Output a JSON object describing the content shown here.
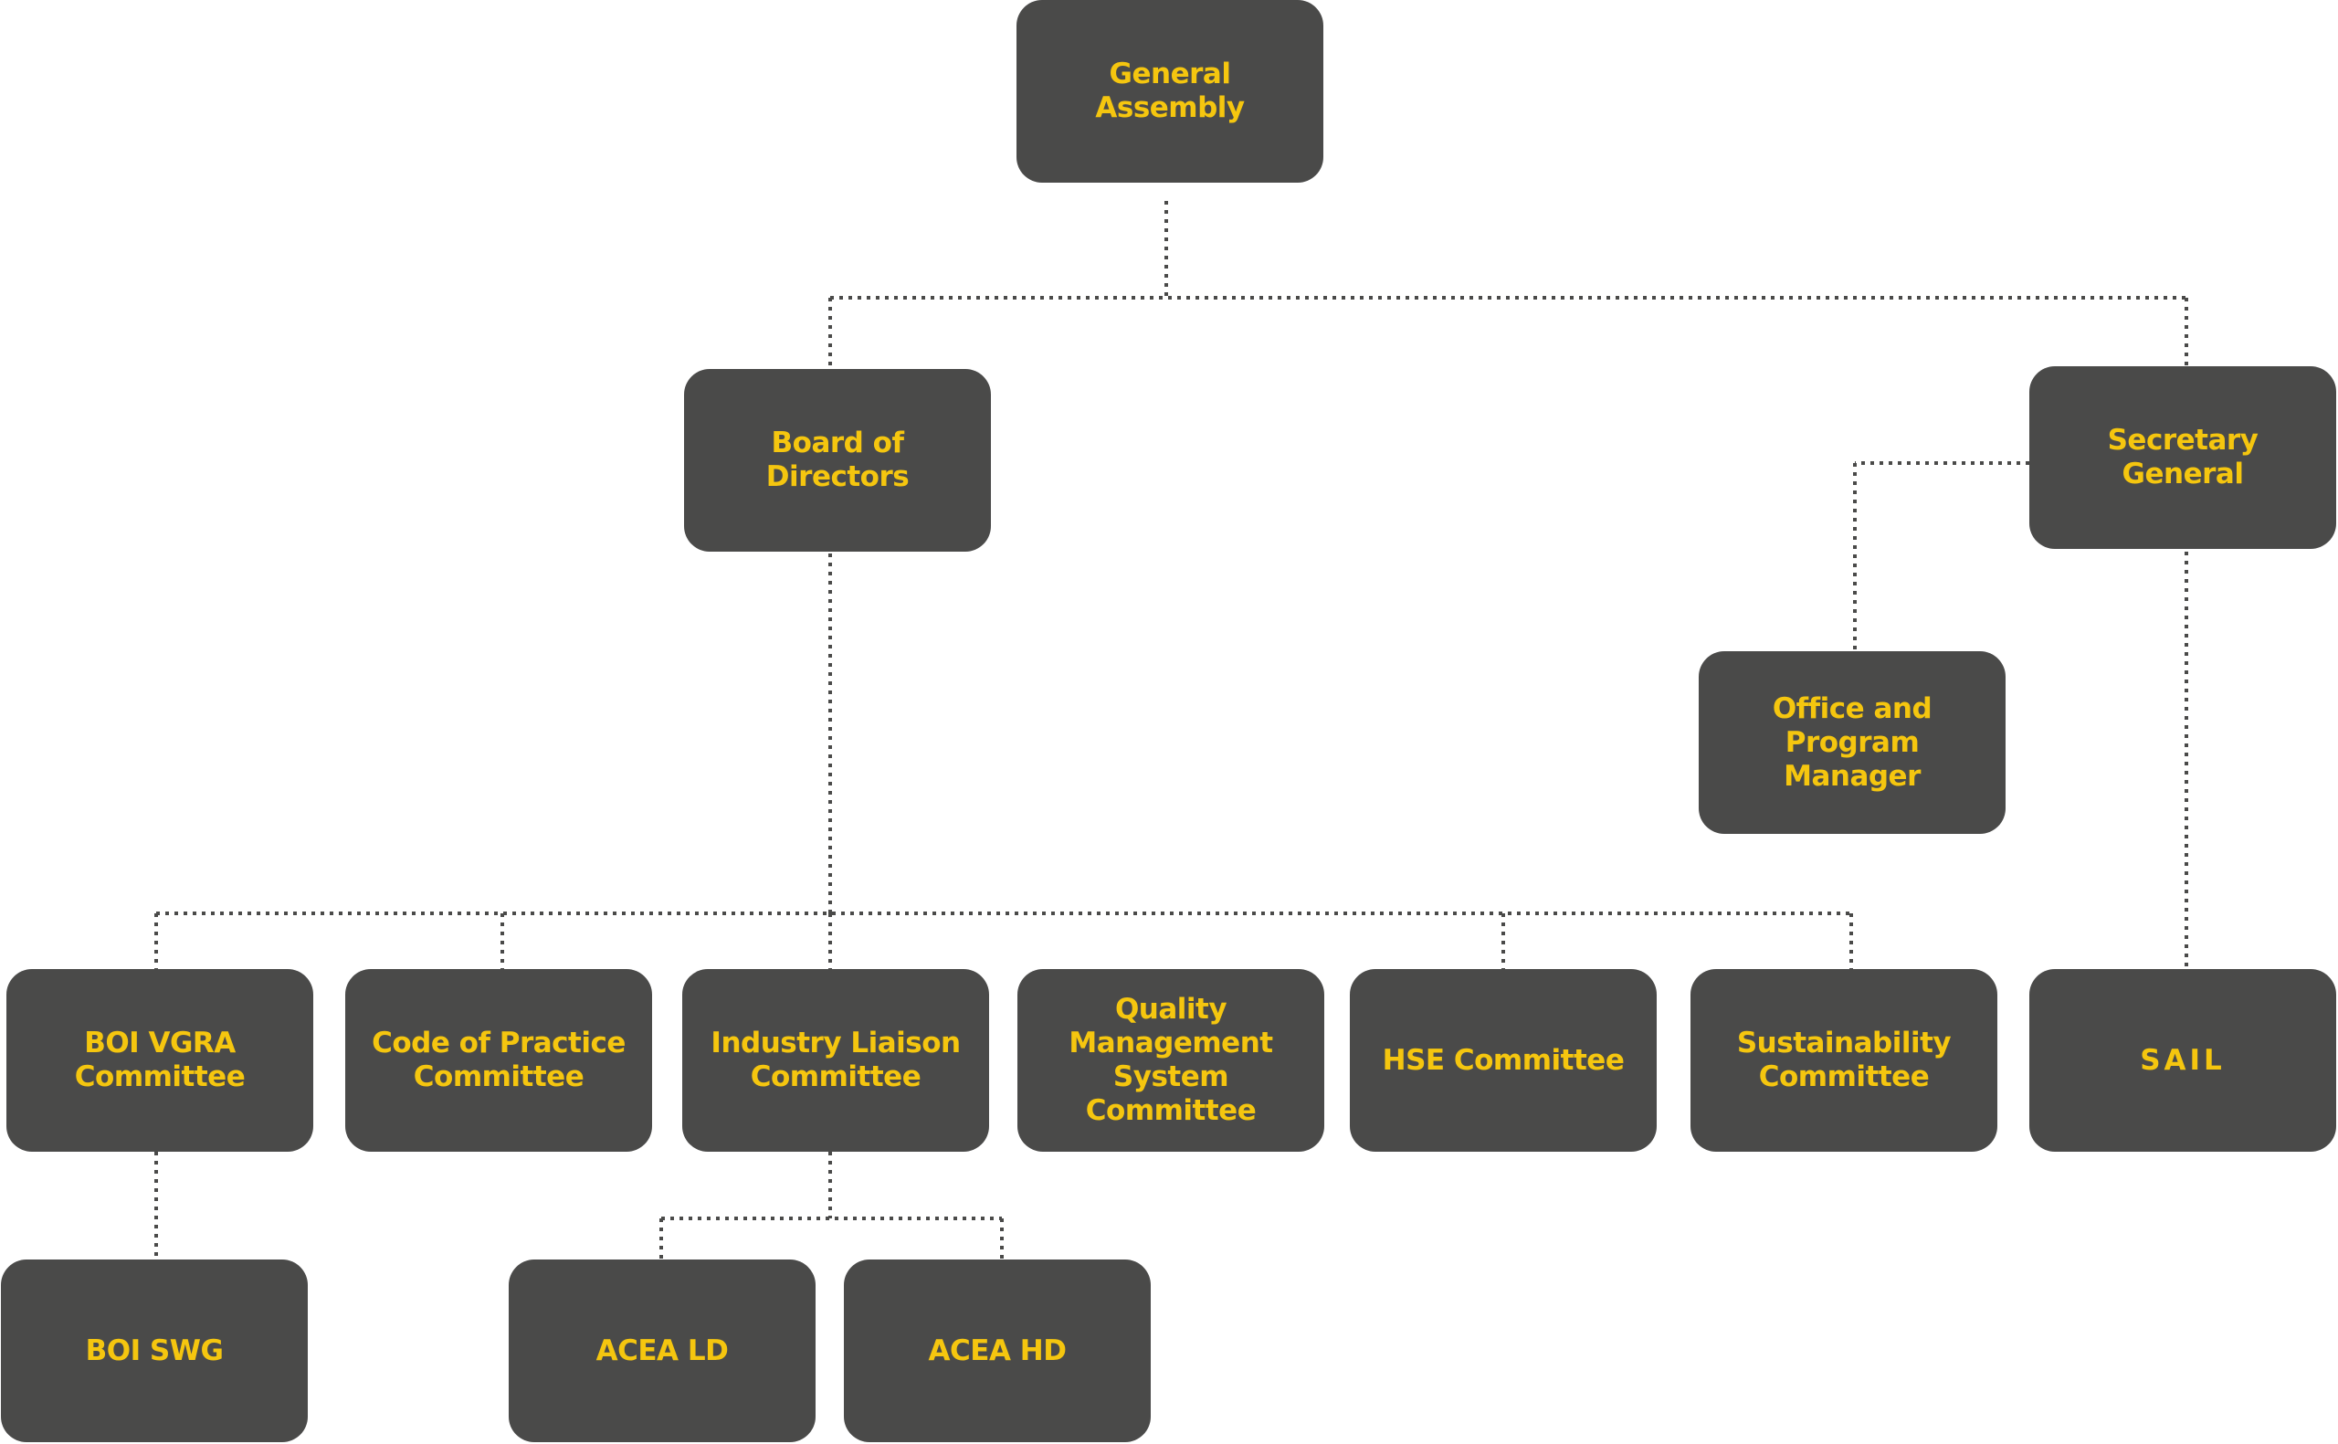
{
  "colors": {
    "box_fill": "#4a4a49",
    "box_text": "#f5c60f",
    "connector": "#4a4a49",
    "background": "#ffffff"
  },
  "nodes": {
    "general_assembly": "General\nAssembly",
    "board_of_directors": "Board of\nDirectors",
    "secretary_general": "Secretary\nGeneral",
    "office_program_manager": "Office and\nProgram\nManager",
    "boi_vgra_committee": "BOI VGRA\nCommittee",
    "code_of_practice_committee": "Code of Practice\nCommittee",
    "industry_liaison_committee": "Industry Liaison\nCommittee",
    "quality_management_committee": "Quality\nManagement\nSystem\nCommittee",
    "hse_committee": "HSE Committee",
    "sustainability_committee": "Sustainability\nCommittee",
    "sail": "SAIL",
    "boi_swg": "BOI SWG",
    "acea_ld": "ACEA LD",
    "acea_hd": "ACEA HD"
  },
  "edges": [
    [
      "general_assembly",
      "board_of_directors"
    ],
    [
      "general_assembly",
      "secretary_general"
    ],
    [
      "secretary_general",
      "office_program_manager"
    ],
    [
      "secretary_general",
      "sail"
    ],
    [
      "board_of_directors",
      "boi_vgra_committee"
    ],
    [
      "board_of_directors",
      "code_of_practice_committee"
    ],
    [
      "board_of_directors",
      "industry_liaison_committee"
    ],
    [
      "board_of_directors",
      "hse_committee"
    ],
    [
      "board_of_directors",
      "sustainability_committee"
    ],
    [
      "boi_vgra_committee",
      "boi_swg"
    ],
    [
      "industry_liaison_committee",
      "acea_ld"
    ],
    [
      "industry_liaison_committee",
      "acea_hd"
    ]
  ]
}
